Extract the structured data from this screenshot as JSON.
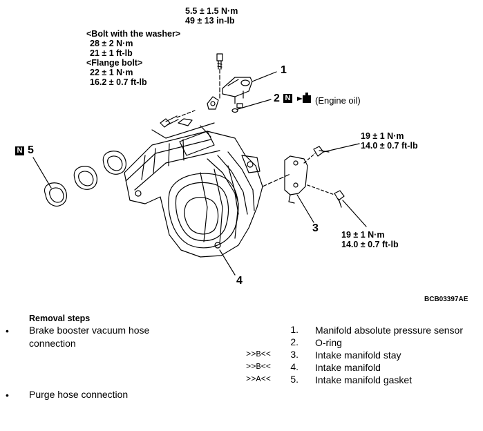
{
  "torque_sensor": {
    "line1": "5.5 ± 1.5 N·m",
    "line2": "49 ± 13 in-lb"
  },
  "torque_bolts": {
    "washer_title": "<Bolt with the washer>",
    "washer_line1": "28 ± 2 N·m",
    "washer_line2": "21 ± 1 ft-lb",
    "flange_title": "<Flange bolt>",
    "flange_line1": "22 ± 1 N·m",
    "flange_line2": "16.2 ± 0.7 ft-lb"
  },
  "torque_stay_upper": {
    "line1": "19 ± 1 N·m",
    "line2": "14.0 ± 0.7 ft-lb"
  },
  "torque_stay_lower": {
    "line1": "19 ± 1 N·m",
    "line2": "14.0 ± 0.7 ft-lb"
  },
  "callouts": {
    "c1": "1",
    "c2": "2",
    "c3": "3",
    "c4": "4",
    "c5": "5"
  },
  "badges": {
    "new_part": "N"
  },
  "engine_oil": "(Engine oil)",
  "figure_code": "BCB03397AE",
  "removal": {
    "title": "Removal steps",
    "left_items": [
      {
        "bullet": "•",
        "text_line1": "Brake booster vacuum hose",
        "text_line2": "connection"
      },
      {
        "bullet": "•",
        "text_line1": "Purge hose connection"
      }
    ],
    "right_items": [
      {
        "marker": "",
        "num": "1.",
        "text": "Manifold absolute pressure sensor"
      },
      {
        "marker": "",
        "num": "2.",
        "text": "O-ring"
      },
      {
        "marker": ">>B<<",
        "num": "3.",
        "text": "Intake manifold stay"
      },
      {
        "marker": ">>B<<",
        "num": "4.",
        "text": "Intake manifold"
      },
      {
        "marker": ">>A<<",
        "num": "5.",
        "text": "Intake manifold gasket"
      }
    ]
  }
}
